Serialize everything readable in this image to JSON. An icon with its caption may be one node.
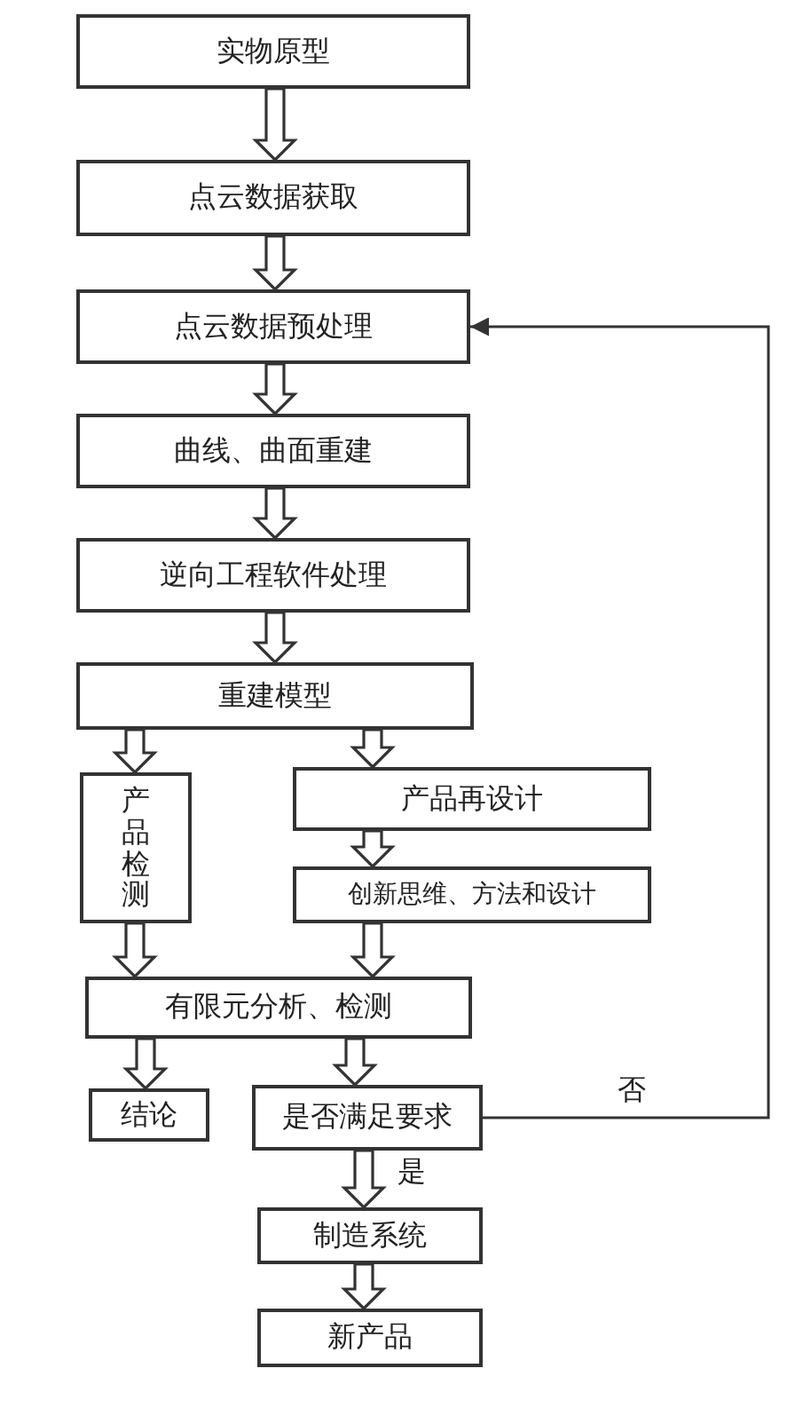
{
  "diagram": {
    "nodes": [
      {
        "text": [
          "实物原型"
        ]
      },
      {
        "text": [
          "点云数据获取"
        ]
      },
      {
        "text": [
          "点云数据预处理"
        ]
      },
      {
        "text": [
          "曲线、曲面重建"
        ]
      },
      {
        "text": [
          "逆向工程软件处理"
        ]
      },
      {
        "text": [
          "重建模型"
        ]
      },
      {
        "text": [
          "产品检测"
        ]
      },
      {
        "text": [
          "产品再设计"
        ]
      },
      {
        "text": [
          "创新思维、方法和设计"
        ]
      },
      {
        "text": [
          "有限元分析、检测"
        ]
      },
      {
        "text": [
          "结论"
        ]
      },
      {
        "text": [
          "是否满足要求"
        ]
      },
      {
        "text": [
          "制造系统"
        ]
      },
      {
        "text": [
          "新产品"
        ]
      }
    ],
    "edges": [
      {
        "from": 0,
        "to": 1,
        "arrow": "to",
        "style": "thick"
      },
      {
        "from": 1,
        "to": 2,
        "arrow": "to",
        "style": "thick"
      },
      {
        "from": 2,
        "to": 3,
        "arrow": "to",
        "style": "thick"
      },
      {
        "from": 3,
        "to": 4,
        "arrow": "to",
        "style": "thick"
      },
      {
        "from": 4,
        "to": 5,
        "arrow": "to",
        "style": "thick"
      },
      {
        "from": 5,
        "to": 6,
        "arrow": "to",
        "style": "thick"
      },
      {
        "from": 5,
        "to": 7,
        "arrow": "to",
        "style": "thick"
      },
      {
        "from": 7,
        "to": 8,
        "arrow": "to",
        "style": "thick"
      },
      {
        "from": 6,
        "to": 9,
        "arrow": "to",
        "style": "thick"
      },
      {
        "from": 8,
        "to": 9,
        "arrow": "to",
        "style": "thick"
      },
      {
        "from": 9,
        "to": 10,
        "arrow": "to",
        "style": "thick"
      },
      {
        "from": 9,
        "to": 11,
        "arrow": "to",
        "style": "thick"
      },
      {
        "from": 11,
        "to": 12,
        "arrow": "to",
        "style": "thick",
        "label": "是"
      },
      {
        "from": 12,
        "to": 13,
        "arrow": "to",
        "style": "thick"
      },
      {
        "from": 11,
        "to": 2,
        "arrow": "to",
        "label": "否"
      }
    ]
  }
}
